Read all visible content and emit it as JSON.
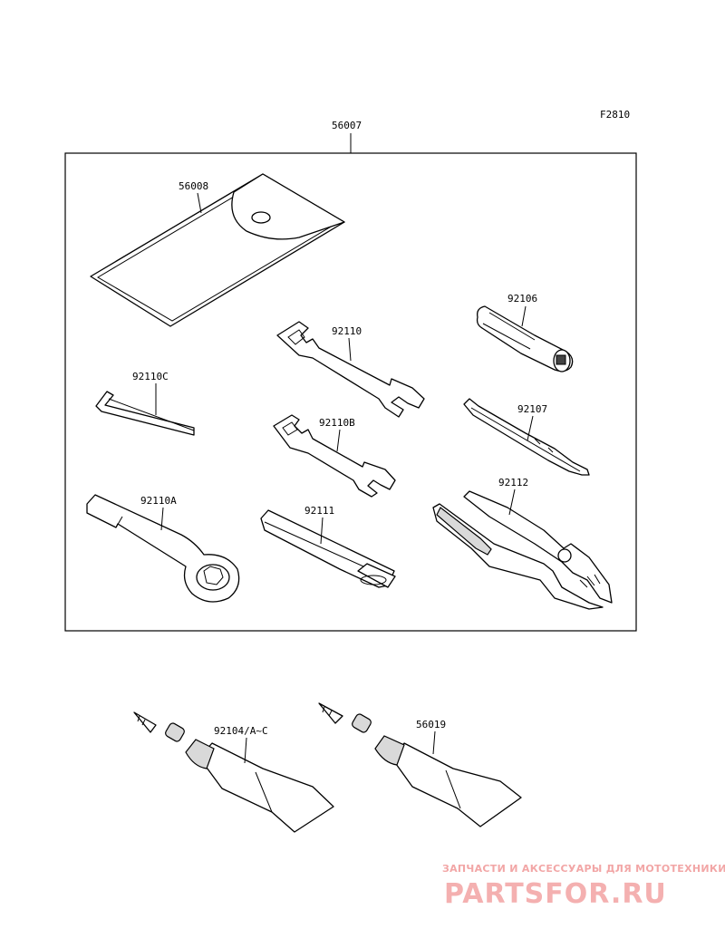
{
  "diagram": {
    "code": "F2810",
    "kit_label": "56007",
    "parts": [
      {
        "id": "pouch",
        "label": "56008"
      },
      {
        "id": "hex-box-socket",
        "label": "92106"
      },
      {
        "id": "open-wrench",
        "label": "92110"
      },
      {
        "id": "allen-key",
        "label": "92110C"
      },
      {
        "id": "screwdriver",
        "label": "92107"
      },
      {
        "id": "open-wrench-b",
        "label": "92110B"
      },
      {
        "id": "ring-wrench",
        "label": "92110A"
      },
      {
        "id": "handle-bar",
        "label": "92111"
      },
      {
        "id": "pliers",
        "label": "92112"
      },
      {
        "id": "grease-tube-a",
        "label": "92104/A~C"
      },
      {
        "id": "grease-tube-b",
        "label": "56019"
      }
    ]
  },
  "watermark": {
    "tagline": "ЗАПЧАСТИ И АКСЕССУАРЫ ДЛЯ МОТОТЕХНИКИ",
    "brand": "PARTSFOR.RU"
  }
}
